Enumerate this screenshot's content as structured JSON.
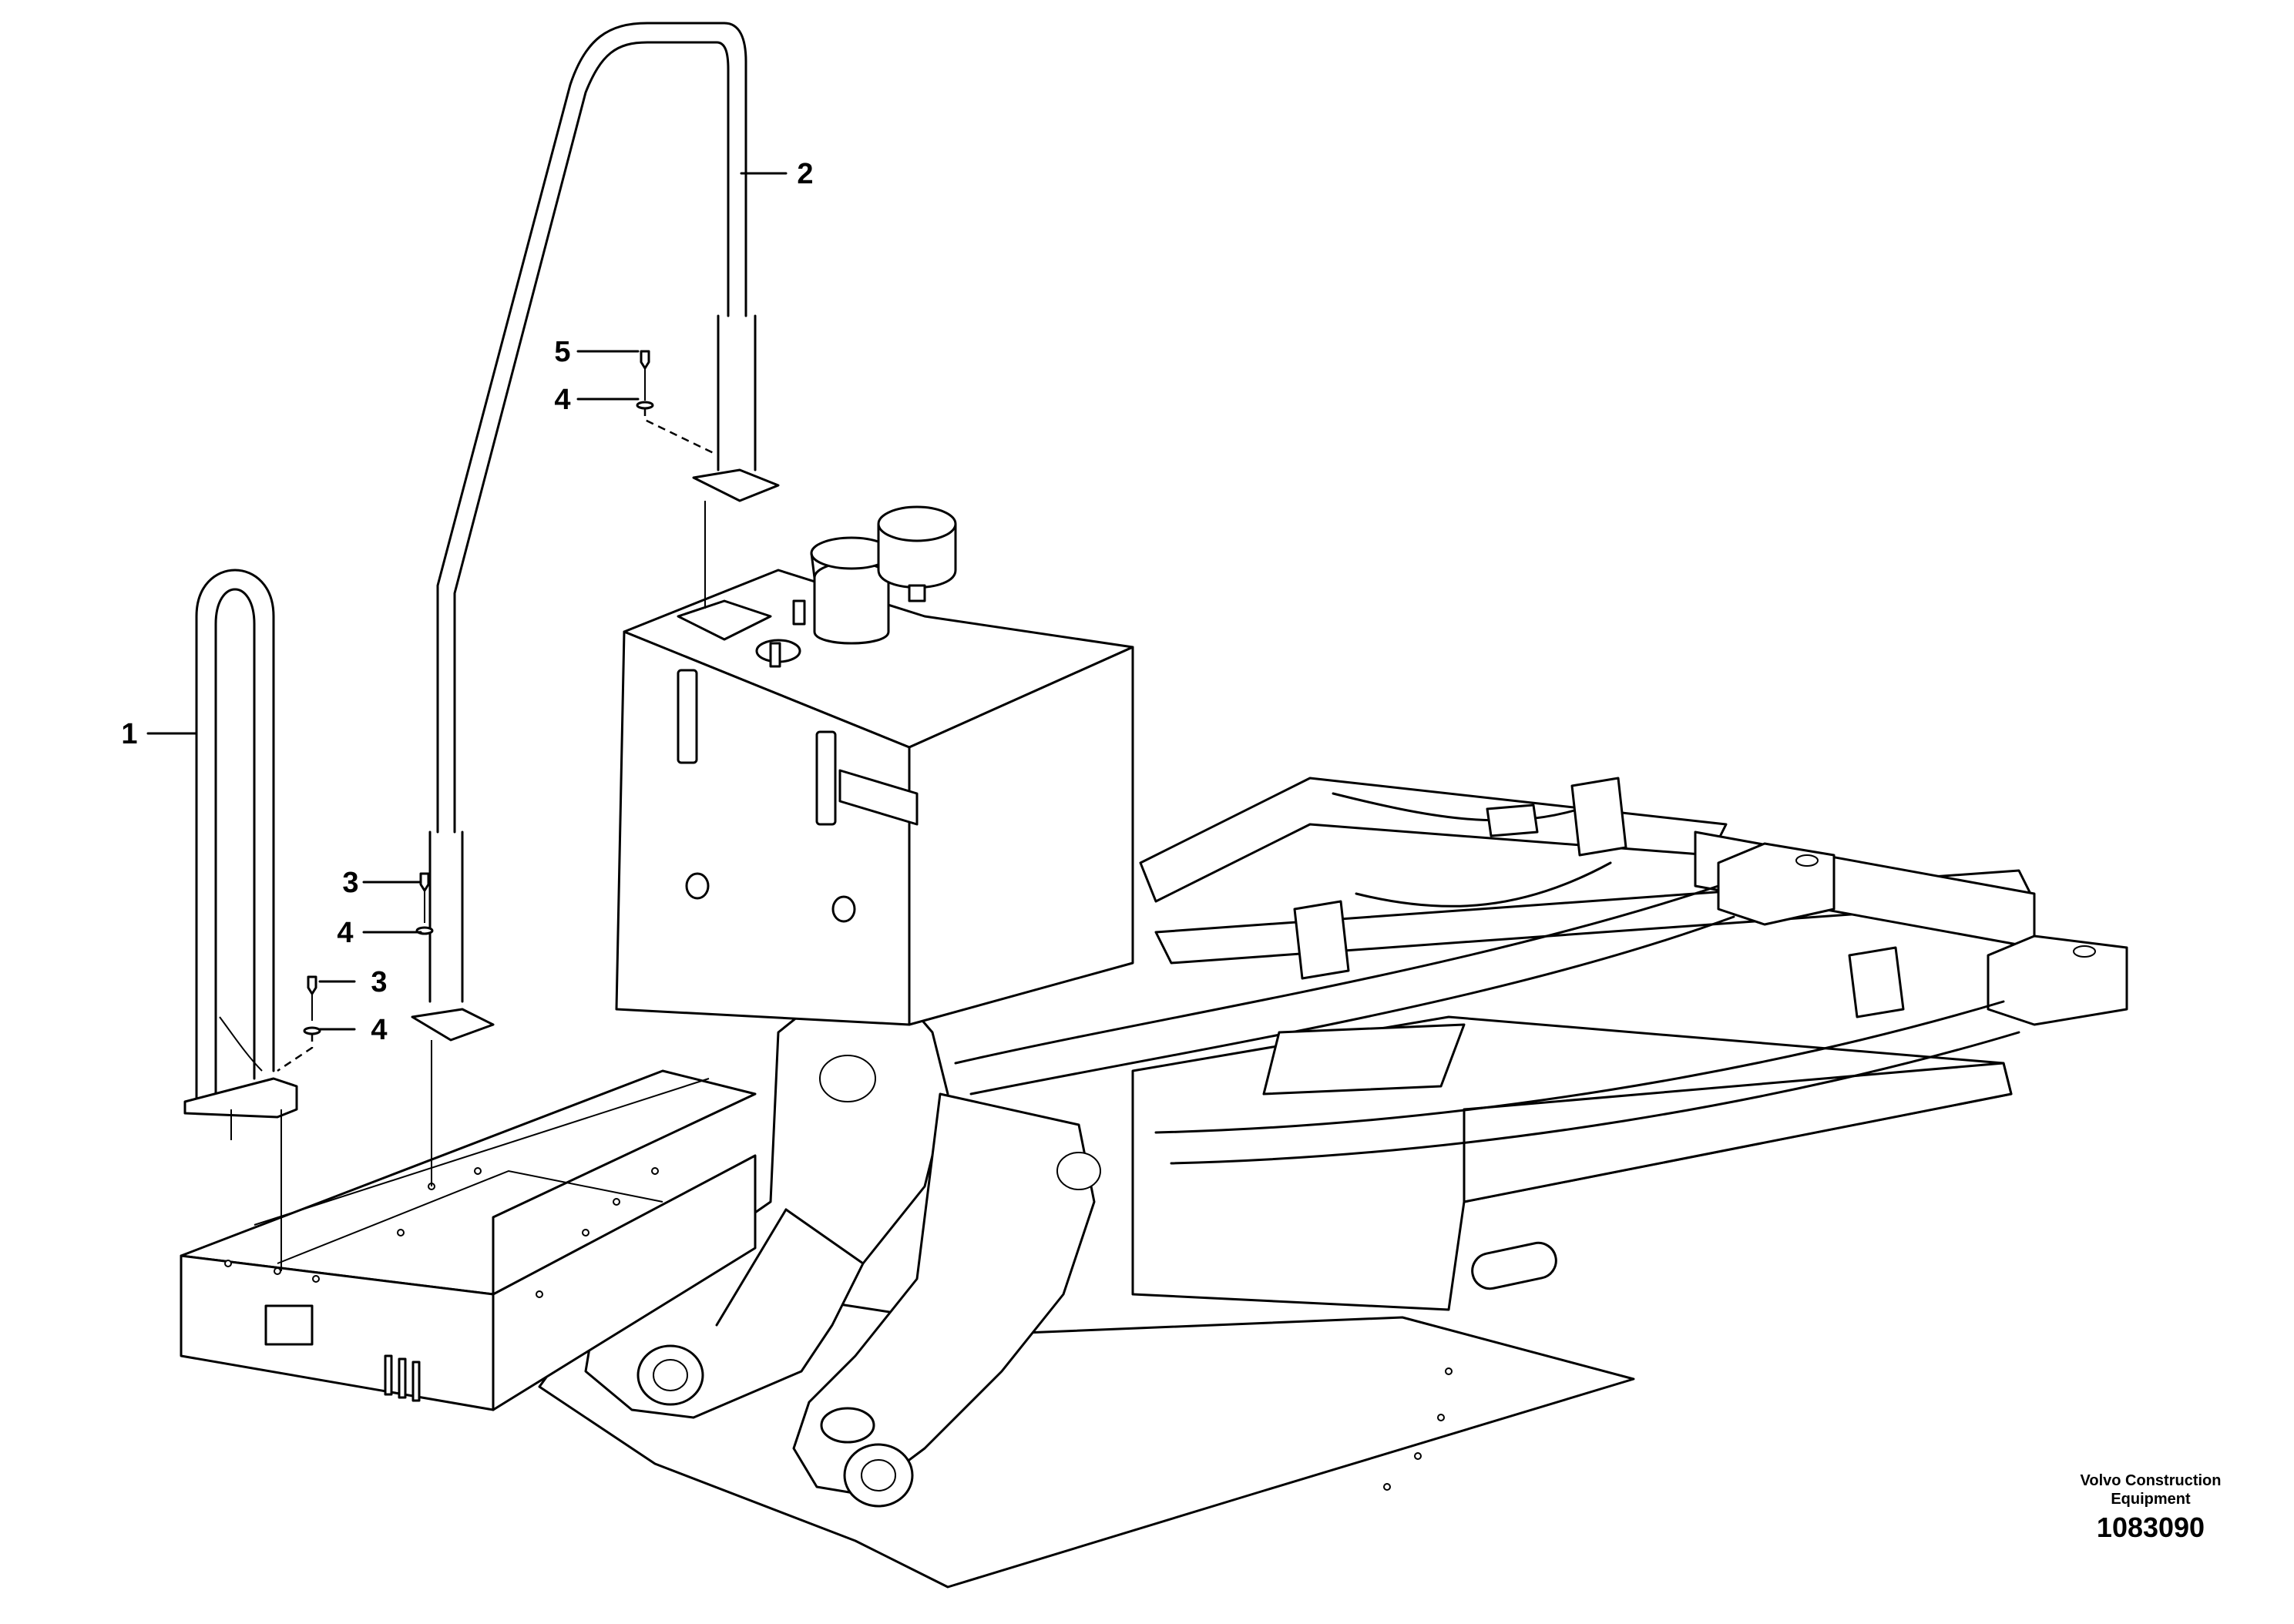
{
  "callouts": [
    {
      "id": "1",
      "label": "1"
    },
    {
      "id": "2",
      "label": "2"
    },
    {
      "id": "3a",
      "label": "3"
    },
    {
      "id": "3b",
      "label": "3"
    },
    {
      "id": "4a",
      "label": "4"
    },
    {
      "id": "4b",
      "label": "4"
    },
    {
      "id": "4c",
      "label": "4"
    },
    {
      "id": "5",
      "label": "5"
    }
  ],
  "footer": {
    "company_line1": "Volvo Construction",
    "company_line2": "Equipment",
    "drawing_number": "1083090"
  }
}
